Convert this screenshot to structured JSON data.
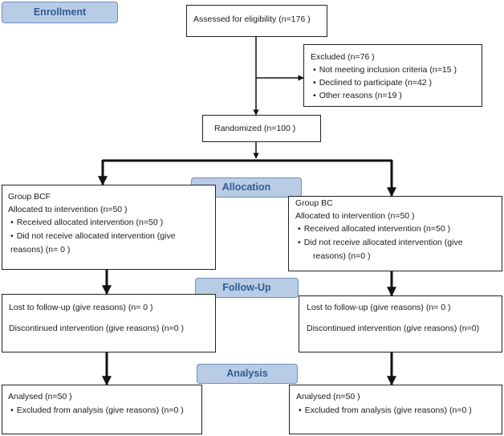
{
  "stages": {
    "enrollment": "Enrollment",
    "allocation": "Allocation",
    "followup": "Follow-Up",
    "analysis": "Analysis"
  },
  "assessed": "Assessed for eligibility (n=176  )",
  "excluded": {
    "title": "Excluded  (n=76  )",
    "items": [
      "Not  meeting inclusion criteria (n=15  )",
      "Declined to participate (n=42  )",
      "Other reasons  (n=19  )"
    ]
  },
  "randomized": "Randomized  (n=100   )",
  "left": {
    "alloc": {
      "group": "Group BCF",
      "allocated": "Allocated to intervention  (n=50  )",
      "received": "Received  allocated intervention  (n=50  )",
      "not_received_1": "Did not receive allocated intervention  (give",
      "not_received_2": "reasons)  (n= 0  )"
    },
    "followup": {
      "lost": "Lost to follow-up  (give reasons)  (n= 0  )",
      "discontinued": "Discontinued intervention  (give reasons)  (n=0  )"
    },
    "analysis": {
      "analysed": "Analysed  (n=50  )",
      "excluded": "Excluded from analysis (give reasons)  (n=0  )"
    }
  },
  "right": {
    "alloc": {
      "group": "Group BC",
      "allocated": "Allocated to intervention  (n=50  )",
      "received": "Received  allocated intervention  (n=50  )",
      "not_received_1": "Did not receive allocated intervention  (give",
      "not_received_2": "reasons)  (n=0  )"
    },
    "followup": {
      "lost": "Lost to follow-up  (give reasons)  (n= 0  )",
      "discontinued": "Discontinued intervention  (give reasons)  (n=0)"
    },
    "analysis": {
      "analysed": "Analysed  (n=50  )",
      "excluded": "Excluded from analysis (give reasons)  (n=0  )"
    }
  }
}
